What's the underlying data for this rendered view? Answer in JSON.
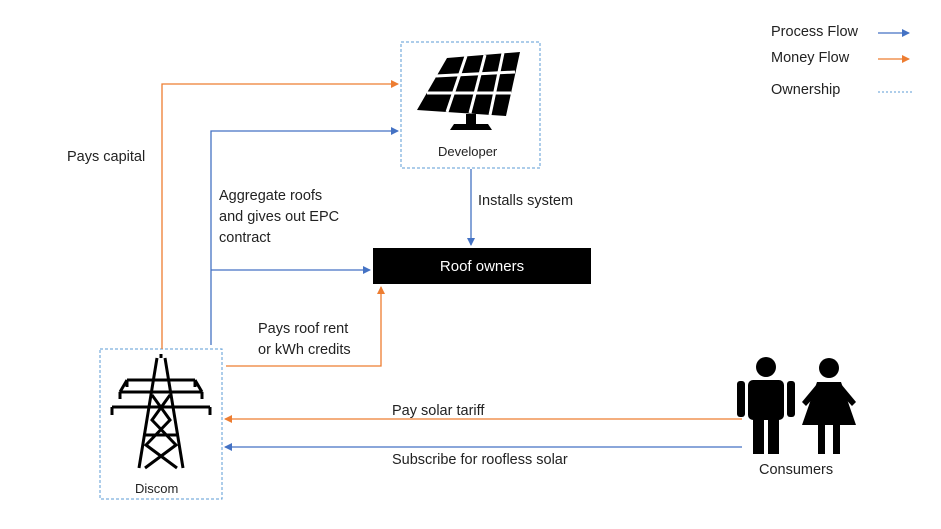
{
  "legend": {
    "process_flow": "Process Flow",
    "money_flow": "Money Flow",
    "ownership": "Ownership"
  },
  "colors": {
    "process": "#4472C4",
    "money": "#ED7D31",
    "ownership": "#5B9BD5"
  },
  "nodes": {
    "developer": "Developer",
    "roof_owners": "Roof owners",
    "discom": "Discom",
    "consumers": "Consumers"
  },
  "edges": {
    "pays_capital": "Pays capital",
    "aggregate_line1": "Aggregate roofs",
    "aggregate_line2": "and gives out EPC",
    "aggregate_line3": "contract",
    "installs_system": "Installs system",
    "roof_rent_line1": "Pays roof rent",
    "roof_rent_line2": "or kWh credits",
    "pay_solar_tariff": "Pay solar tariff",
    "subscribe": "Subscribe for roofless solar"
  },
  "icons": {
    "developer": "solar-panel-icon",
    "discom": "transmission-tower-icon",
    "consumers": "people-icon"
  }
}
